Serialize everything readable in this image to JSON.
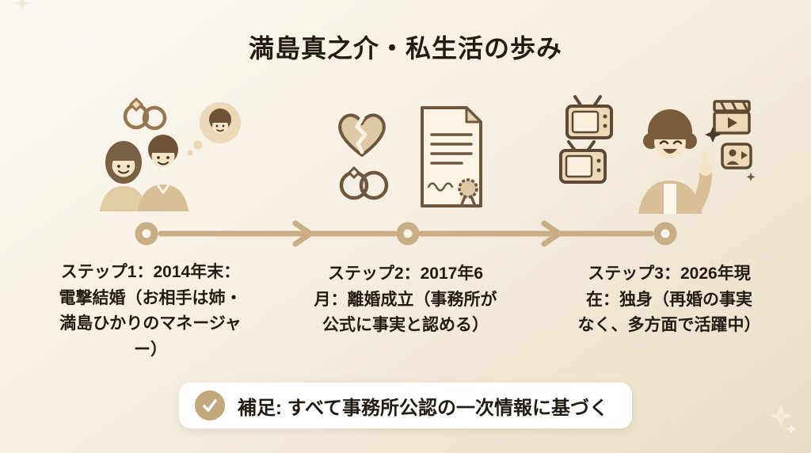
{
  "page": {
    "title": "満島真之介・私生活の歩み"
  },
  "colors": {
    "background_top": "#fbf8f2",
    "background_bottom": "#e8dcc4",
    "accent_tan": "#c9ad85",
    "outline_brown": "#6e573c",
    "text_dark": "#221c14",
    "card_white": "#ffffff"
  },
  "timeline": {
    "node_count": 3,
    "steps": [
      {
        "id": 1,
        "illustration": "couple-with-wedding-rings-and-thought-bubble",
        "label": "ステップ1：2014年末：\n電撃結婚（お相手は姉・\n満島ひかりのマネージャ\nー）"
      },
      {
        "id": 2,
        "illustration": "broken-heart-rings-and-divorce-certificate",
        "label": "ステップ2：2017年6\n月：離婚成立（事務所が\n公式に事実と認める）"
      },
      {
        "id": 3,
        "illustration": "smiling-man-with-tv-clapperboard-media-icons",
        "label": "ステップ3：2026年現\n在：独身（再婚の事実\nなく、多方面で活躍中）"
      }
    ]
  },
  "footer": {
    "check_icon": "check-mark",
    "note": "補足: すべて事務所公認の一次情報に基づく"
  }
}
